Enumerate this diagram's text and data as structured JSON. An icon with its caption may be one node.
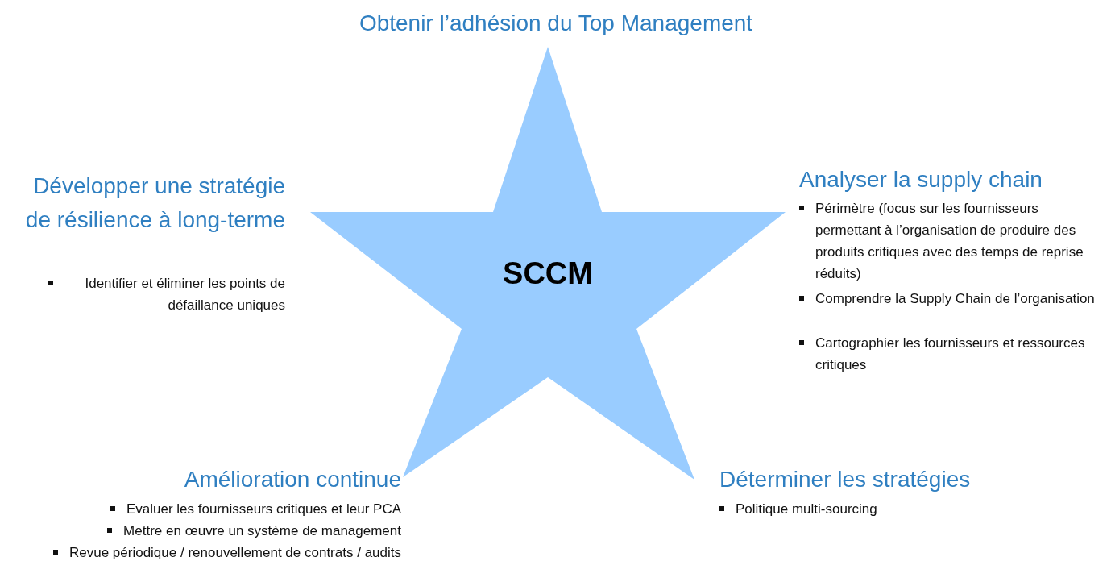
{
  "diagram": {
    "nodes": [
      {
        "text": [
          "SCCM"
        ]
      }
    ],
    "labels": [
      "Obtenir l’adhésion du Top Management",
      "Développer une stratégie de résilience à long-terme",
      "Identifier et éliminer les points de défaillance uniques",
      "Analyser la supply chain",
      "Périmètre (focus sur les fournisseurs permettant à l’organisation de produire des produits critiques avec des temps de reprise réduits)",
      "Comprendre la Supply Chain de l’organisation",
      "Cartographier les fournisseurs et ressources critiques",
      "Amélioration continue",
      "Evaluer les fournisseurs critiques et leur PCA",
      "Mettre en œuvre un système de management",
      "Revue périodique / renouvellement de contrats / audits",
      "Déterminer les stratégies",
      "Politique multi-sourcing"
    ]
  }
}
